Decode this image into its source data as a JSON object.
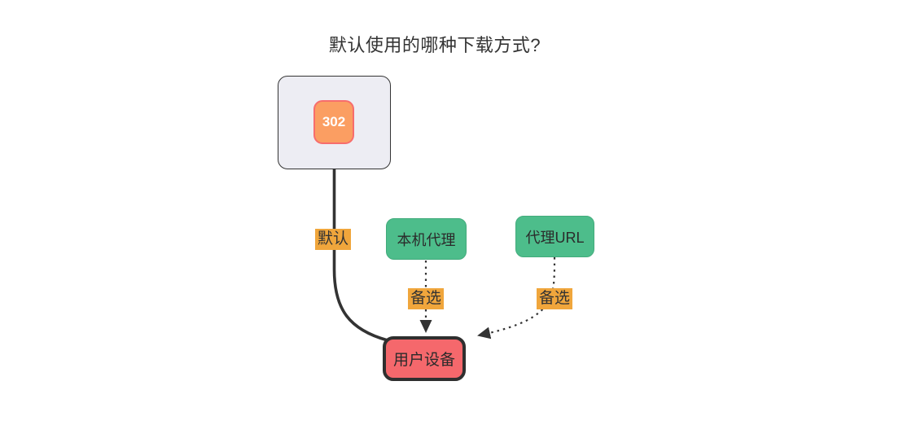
{
  "title": "默认使用的哪种下载方式?",
  "colors": {
    "cluster_fill": "#ededf3",
    "node_orange": "#fb9e62",
    "node_orange_border": "#f76d6d",
    "node_green": "#4dbd8b",
    "node_green_border": "#43ab7c",
    "node_red": "#f5686c",
    "label_bg": "#f0a63c",
    "edge_color": "#333333"
  },
  "nodes": {
    "source_302": {
      "label": "302"
    },
    "local_proxy": {
      "label": "本机代理"
    },
    "proxy_url": {
      "label": "代理URL"
    },
    "user_device": {
      "label": "用户设备"
    }
  },
  "edges": [
    {
      "from": "302",
      "to": "用户设备",
      "label": "默认",
      "style": "solid"
    },
    {
      "from": "本机代理",
      "to": "用户设备",
      "label": "备选",
      "style": "dashed"
    },
    {
      "from": "代理URL",
      "to": "用户设备",
      "label": "备选",
      "style": "dashed"
    }
  ]
}
